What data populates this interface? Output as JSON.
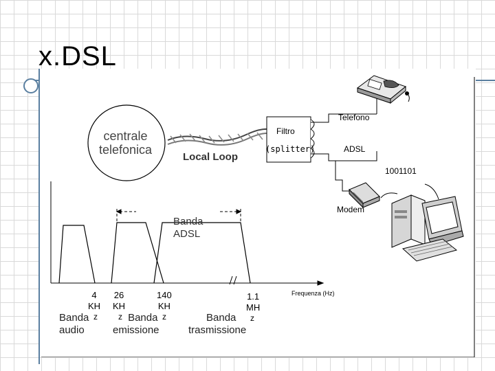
{
  "slide": {
    "title": "x.DSL"
  },
  "network": {
    "central_office": [
      "centrale",
      "telefonica"
    ],
    "local_loop": "Local Loop",
    "filter": "Filtro",
    "splitter": "(splitter)",
    "phone": "Telefono",
    "adsl": "ADSL",
    "bits": "1001101",
    "modem": "Modem"
  },
  "spectrum": {
    "band_adsl": [
      "Banda",
      "ADSL"
    ],
    "tick_4": [
      "4",
      "KH"
    ],
    "tick_26": [
      "26",
      "KH"
    ],
    "tick_140": [
      "140",
      "KH"
    ],
    "tick_11": [
      "1.1",
      "MH"
    ],
    "band_audio": [
      "Banda",
      "audio"
    ],
    "z_1": "z",
    "z_2": "z",
    "z_3": "z",
    "z_4": "z",
    "band_tx": [
      "Banda",
      "emissione"
    ],
    "band_rx": [
      "Banda",
      "trasmissione"
    ],
    "axis_label": "Frequenza (Hz)"
  }
}
